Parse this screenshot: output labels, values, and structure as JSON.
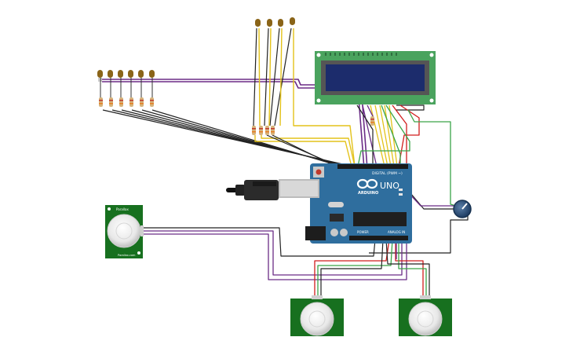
{
  "arduino": {
    "brand": "ARDUINO",
    "model": "UNO",
    "digital_label": "DIGITAL (PWM ~)",
    "power_label": "POWER",
    "analog_label": "ANALOG IN"
  },
  "pir_sensor": {
    "brand": "Parallax",
    "site": "Parallax.com"
  },
  "colors": {
    "board_blue": "#2f6e9e",
    "pcb_green": "#17701f",
    "lcd_green": "#4aa35e",
    "lcd_screen": "#1c2c6c",
    "wire_purple": "#6b2c86",
    "wire_yellow": "#e3c21a",
    "wire_black": "#222222",
    "wire_red": "#d11c1c",
    "wire_green": "#3aa548",
    "led_body": "#8a6418"
  }
}
